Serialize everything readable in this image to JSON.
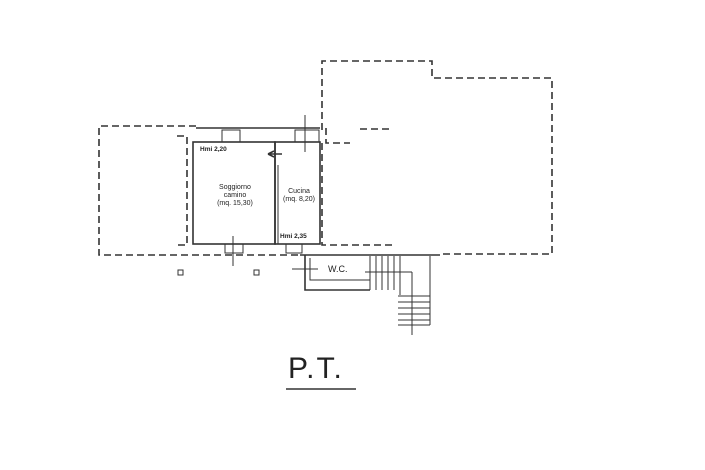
{
  "drawing": {
    "type": "floor plan",
    "title": "P.T.",
    "rooms": [
      {
        "name": "Soggiorno camino",
        "line1": "Soggiorno",
        "line2": "camino",
        "area": "(mq. 15,30)",
        "height": "Hmi 2,20"
      },
      {
        "name": "Cucina",
        "line1": "Cucina",
        "area": "(mq. 8,20)",
        "height": "Hmi 2,35"
      },
      {
        "name": "W.C.",
        "label": "W.C."
      }
    ],
    "stroke_color": "#333333",
    "background": "#ffffff"
  }
}
